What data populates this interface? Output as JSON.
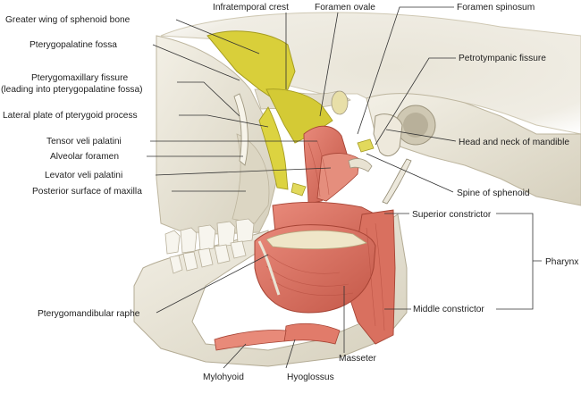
{
  "labels": {
    "greater_wing": "Greater wing of sphenoid bone",
    "pterygopalatine_fossa": "Pterygopalatine fossa",
    "pterygomaxillary_fissure": "Pterygomaxillary fissure",
    "pterygomaxillary_fissure_note": "(leading into pterygopalatine fossa)",
    "lateral_plate": "Lateral plate of pterygoid process",
    "tensor_veli_palatini": "Tensor veli palatini",
    "alveolar_foramen": "Alveolar foramen",
    "levator_veli_palatini": "Levator veli palatini",
    "posterior_surface_maxilla": "Posterior surface of maxilla",
    "pterygomandibular_raphe": "Pterygomandibular raphe",
    "mylohyoid": "Mylohyoid",
    "hyoglossus": "Hyoglossus",
    "masseter": "Masseter",
    "middle_constrictor": "Middle constrictor",
    "superior_constrictor": "Superior constrictor",
    "pharynx": "Pharynx",
    "spine_of_sphenoid": "Spine of sphenoid",
    "head_neck_mandible": "Head and neck of mandible",
    "petrotympanic_fissure": "Petrotympanic fissure",
    "foramen_spinosum": "Foramen spinosum",
    "foramen_ovale": "Foramen ovale",
    "infratemporal_crest": "Infratemporal crest"
  },
  "colors": {
    "bone": "#ece8dc",
    "bone_shadow": "#c9c3b1",
    "sphenoid_yellow": "#d9cf3a",
    "muscle": "#d9705f",
    "muscle_dark": "#b44c3e",
    "ligament": "#e6e0cf",
    "leader_line": "#333333"
  }
}
